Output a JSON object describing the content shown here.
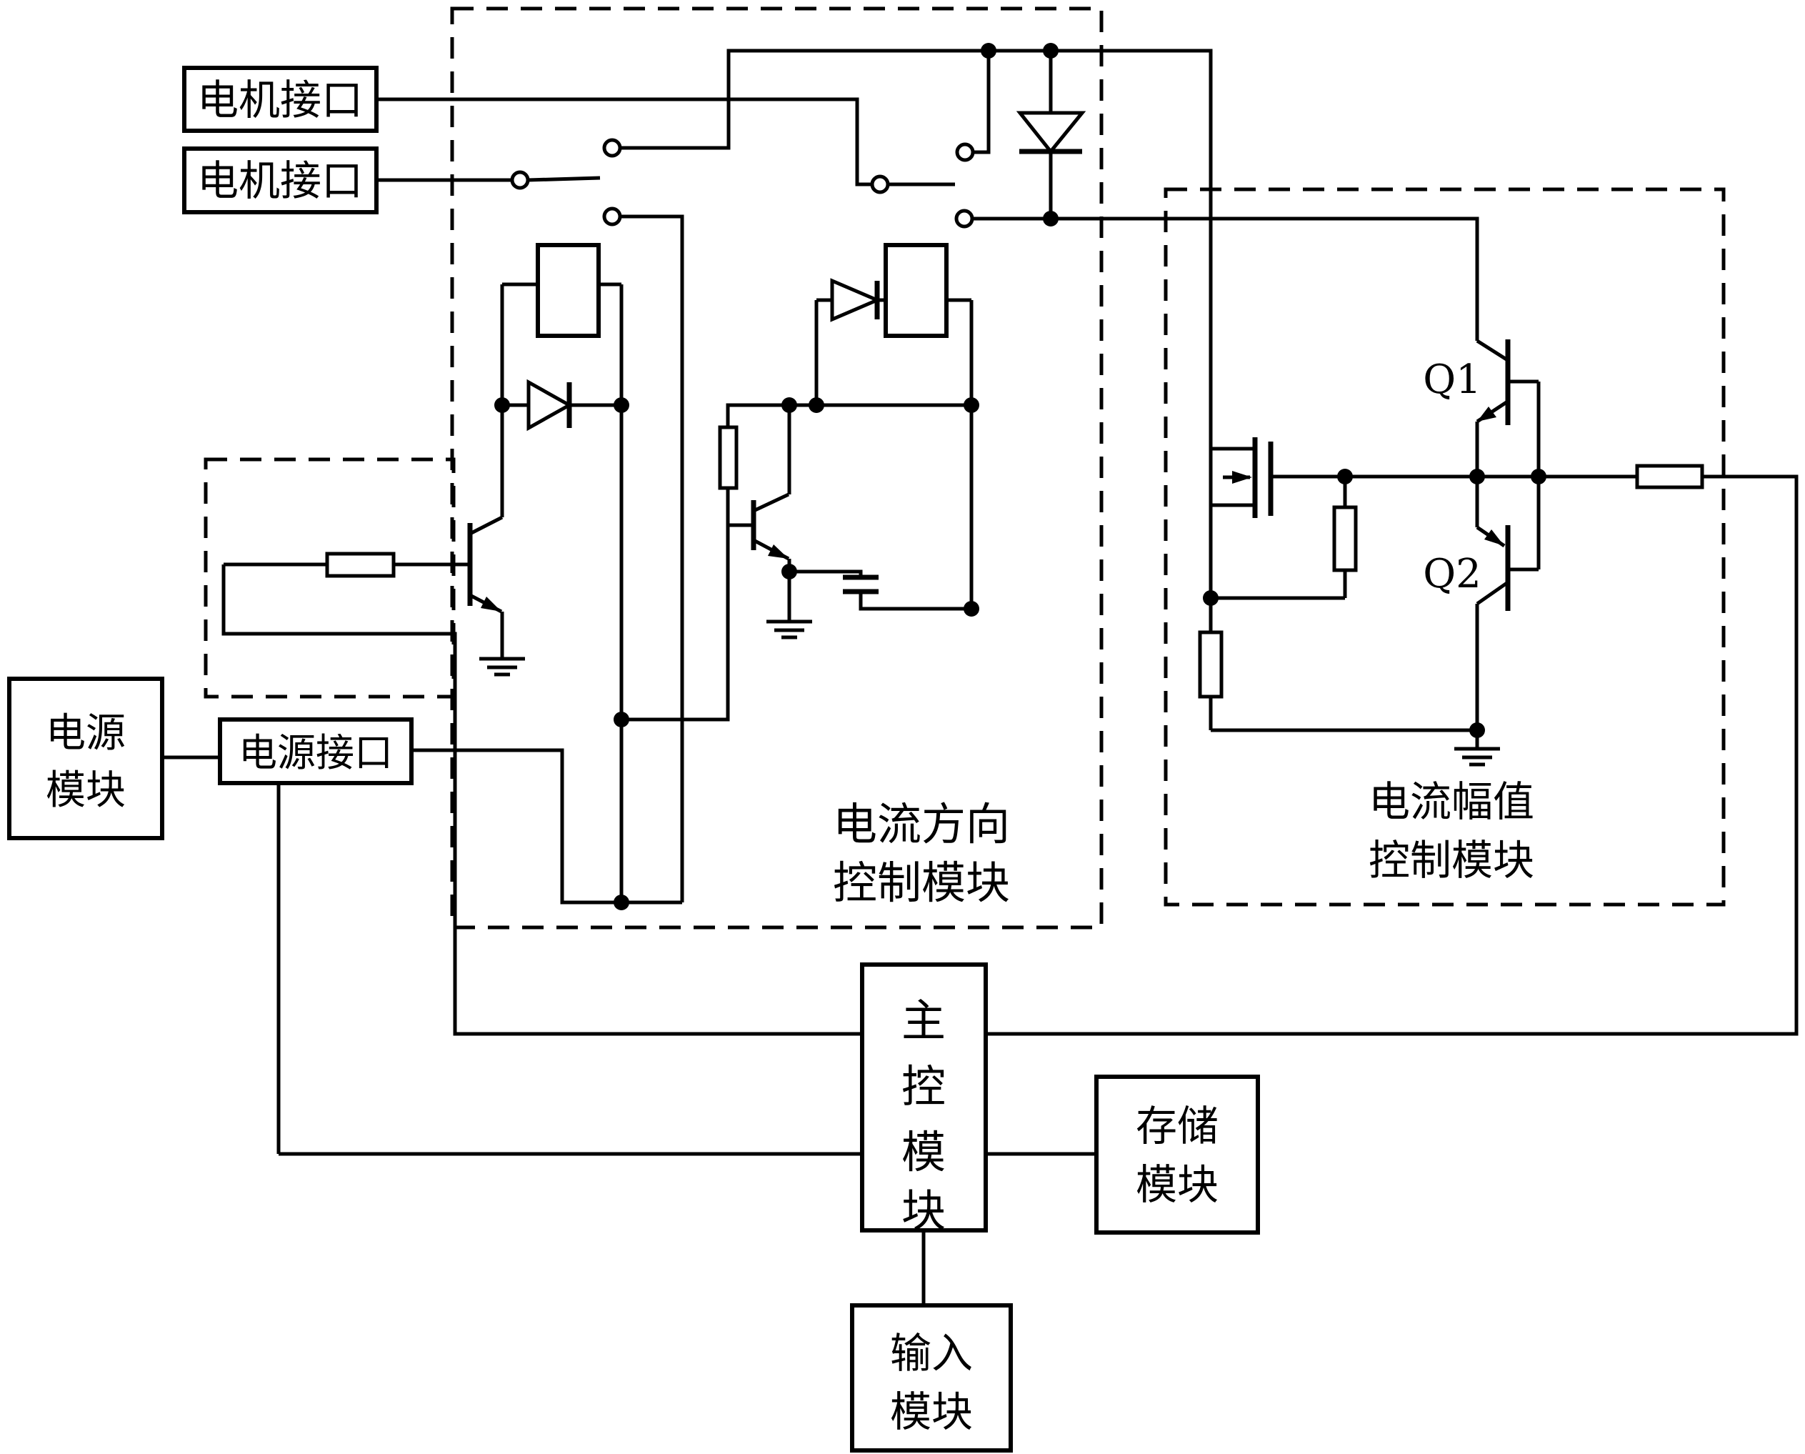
{
  "figure": {
    "type": "patent-circuit-block-diagram",
    "background_color": "#ffffff",
    "line_color": "#000000"
  },
  "labels": {
    "motor_interface_1": "电机接口",
    "motor_interface_2": "电机接口",
    "power_module": {
      "line1": "电源",
      "line2": "模块"
    },
    "power_interface": "电源接口",
    "current_direction_module": {
      "line1": "电流方向",
      "line2": "控制模块"
    },
    "current_amplitude_module": {
      "line1": "电流幅值",
      "line2": "控制模块"
    },
    "main_control_module": {
      "label": "主控模块",
      "chars": [
        "主",
        "控",
        "模",
        "块"
      ]
    },
    "storage_module": {
      "line1": "存储",
      "line2": "模块"
    },
    "input_module": {
      "line1": "输入",
      "line2": "模块"
    },
    "transistor_q1": "Q1",
    "transistor_q2": "Q2"
  }
}
